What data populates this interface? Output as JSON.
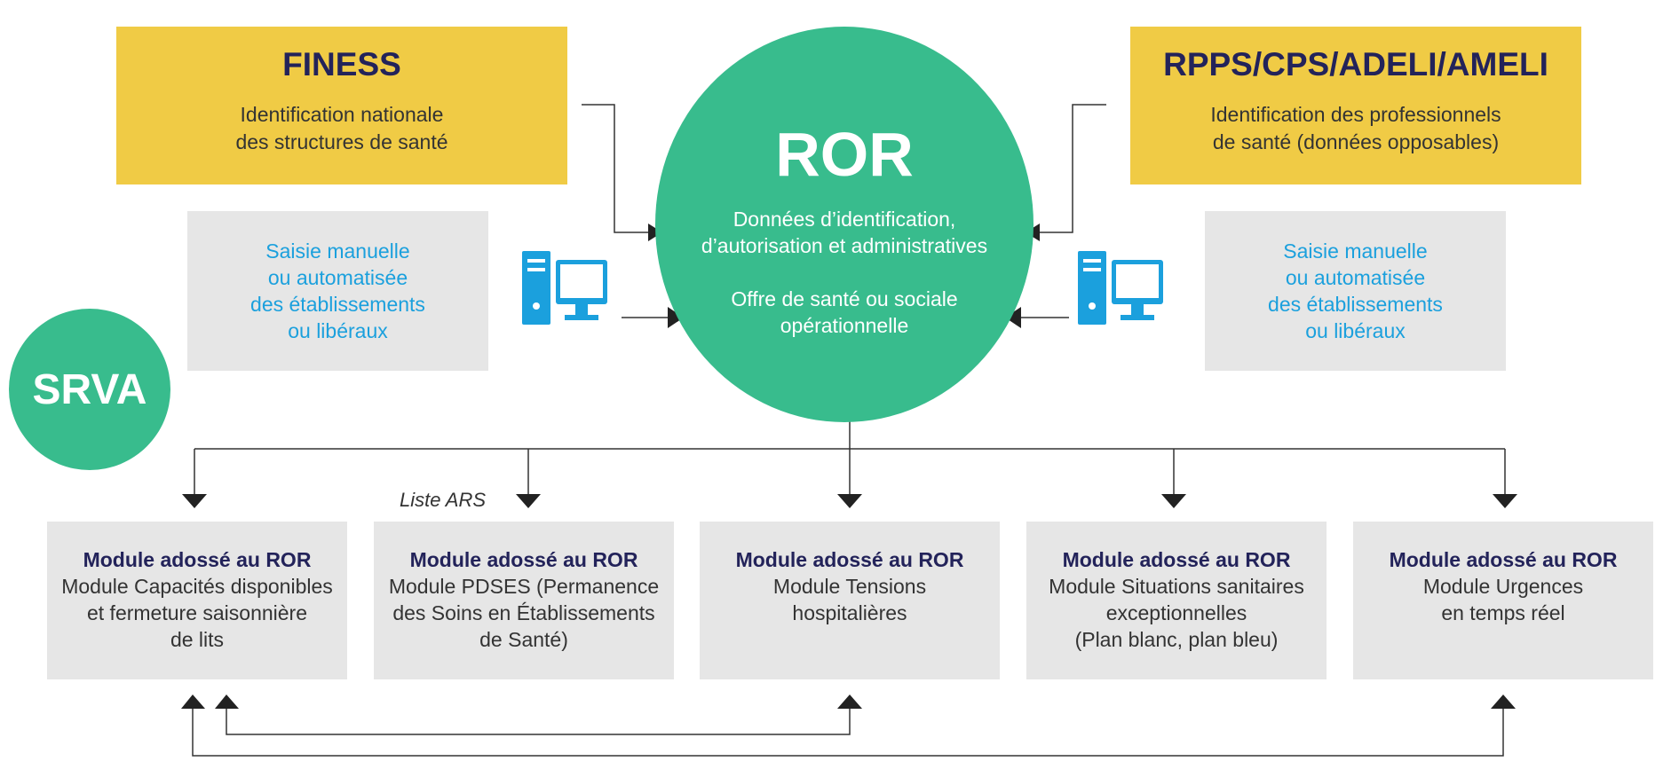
{
  "finess": {
    "title": "FINESS",
    "line1": "Identification nationale",
    "line2": "des structures de santé"
  },
  "rpps": {
    "title": "RPPS/CPS/ADELI/AMELI",
    "line1": "Identification des professionnels",
    "line2": "de santé (données opposables)"
  },
  "ror": {
    "title": "ROR",
    "line1": "Données d’identification,",
    "line2": "d’autorisation et administratives",
    "line3": "Offre de santé ou sociale",
    "line4": "opérationnelle"
  },
  "srva": {
    "label": "SRVA"
  },
  "saisie_left": {
    "line1": "Saisie manuelle",
    "line2": "ou automatisée",
    "line3": "des établissements",
    "line4": "ou libéraux"
  },
  "saisie_right": {
    "line1": "Saisie manuelle",
    "line2": "ou automatisée",
    "line3": "des établissements",
    "line4": "ou libéraux"
  },
  "liste_ars": "Liste ARS",
  "modules": [
    {
      "title": "Module adossé au ROR",
      "line1": "Module Capacités disponibles",
      "line2": "et fermeture saisonnière",
      "line3": "de lits"
    },
    {
      "title": "Module adossé au ROR",
      "line1": "Module PDSES (Permanence",
      "line2": "des Soins en Établissements",
      "line3": "de Santé)"
    },
    {
      "title": "Module adossé au ROR",
      "line1": "Module Tensions",
      "line2": "hospitalières",
      "line3": ""
    },
    {
      "title": "Module adossé au ROR",
      "line1": "Module Situations sanitaires",
      "line2": "exceptionnelles",
      "line3": "(Plan blanc, plan bleu)"
    },
    {
      "title": "Module adossé au ROR",
      "line1": "Module Urgences",
      "line2": "en temps réel",
      "line3": ""
    }
  ],
  "icons": {
    "computer_left": "computer-icon",
    "computer_right": "computer-icon"
  },
  "colors": {
    "yellow": "#f0cb45",
    "green": "#38bc8d",
    "gray": "#e6e6e6",
    "blue": "#1ba0dd",
    "navy": "#23235a"
  }
}
